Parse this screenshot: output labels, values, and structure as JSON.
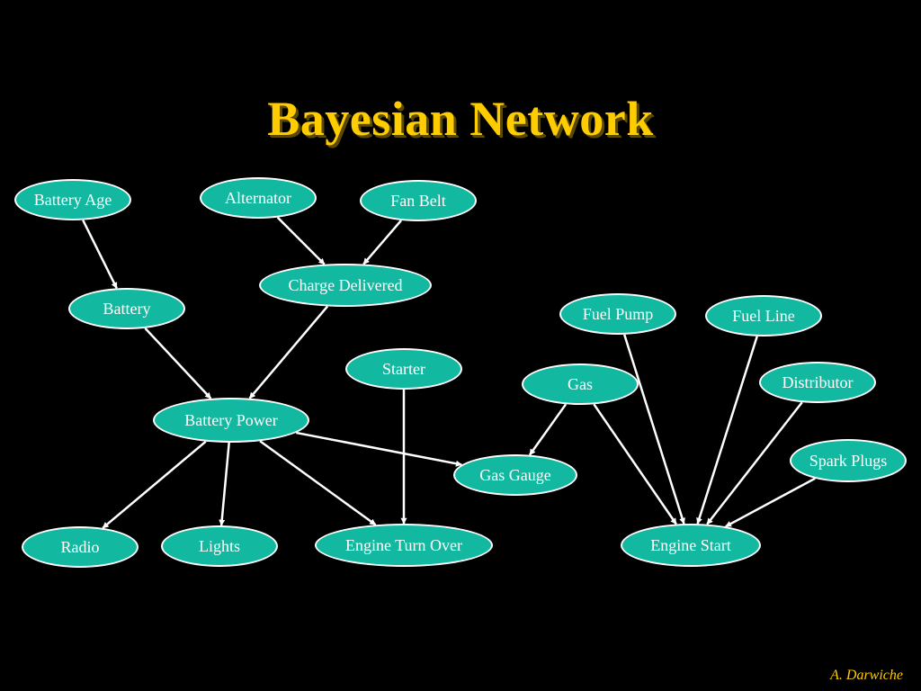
{
  "slide": {
    "title": "Bayesian Network",
    "author": "A. Darwiche"
  },
  "colors": {
    "background": "#000000",
    "title": "#FFCC00",
    "node_fill": "#12B8A0",
    "node_border": "#FFFFFF",
    "edge": "#FFFFFF"
  },
  "nodes": {
    "battery_age": "Battery Age",
    "alternator": "Alternator",
    "fan_belt": "Fan Belt",
    "charge_delivered": "Charge Delivered",
    "battery": "Battery",
    "starter": "Starter",
    "battery_power": "Battery Power",
    "radio": "Radio",
    "lights": "Lights",
    "engine_turn_over": "Engine Turn Over",
    "gas_gauge": "Gas Gauge",
    "fuel_pump": "Fuel Pump",
    "fuel_line": "Fuel Line",
    "gas": "Gas",
    "distributor": "Distributor",
    "spark_plugs": "Spark Plugs",
    "engine_start": "Engine Start"
  },
  "edges": [
    [
      "battery_age",
      "battery"
    ],
    [
      "alternator",
      "charge_delivered"
    ],
    [
      "fan_belt",
      "charge_delivered"
    ],
    [
      "battery",
      "battery_power"
    ],
    [
      "charge_delivered",
      "battery_power"
    ],
    [
      "battery_power",
      "radio"
    ],
    [
      "battery_power",
      "lights"
    ],
    [
      "battery_power",
      "engine_turn_over"
    ],
    [
      "battery_power",
      "gas_gauge"
    ],
    [
      "starter",
      "engine_turn_over"
    ],
    [
      "gas",
      "gas_gauge"
    ],
    [
      "gas",
      "engine_start"
    ],
    [
      "fuel_pump",
      "engine_start"
    ],
    [
      "fuel_line",
      "engine_start"
    ],
    [
      "distributor",
      "engine_start"
    ],
    [
      "spark_plugs",
      "engine_start"
    ]
  ]
}
